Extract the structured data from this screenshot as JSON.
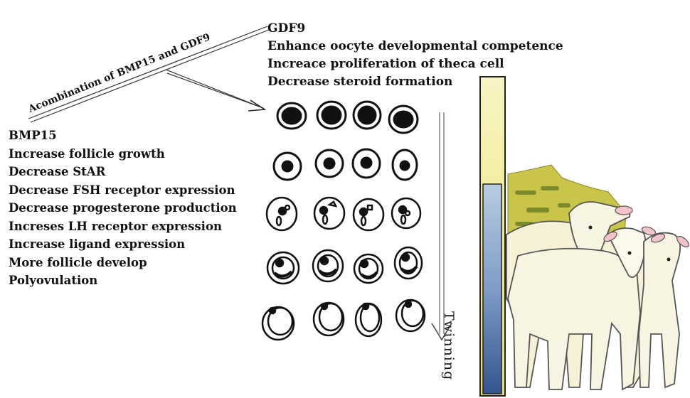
{
  "combination_label": "Acombination of BMP15 and GDF9",
  "gdf9": {
    "title": "GDF9",
    "effects": [
      "Enhance oocyte developmental competence",
      "Increace proliferation of theca cell",
      "Decrease steroid formation"
    ]
  },
  "bmp15": {
    "title": "BMP15",
    "effects": [
      "Increase follicle growth",
      "Decrease StAR",
      "Decrease FSH receptor expression",
      "Decrease progesterone production",
      "Increses LH receptor expression",
      "Increase ligand expression",
      "More follicle develop",
      "Polyovulation"
    ]
  },
  "twinning_label": "Twinning",
  "colors": {
    "bar_outer": "#f3ee9e",
    "bar_inner_top": "#b9cde0",
    "bar_inner_bottom": "#3d5f96",
    "grass": "#c5c247",
    "lamb": "#f7f2d9"
  }
}
